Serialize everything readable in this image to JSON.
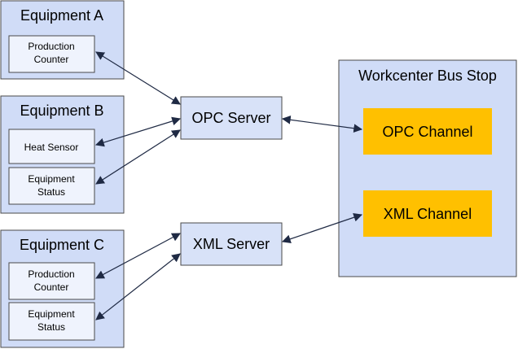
{
  "equipment_a": {
    "title": "Equipment A",
    "items": [
      "Production\nCounter"
    ]
  },
  "equipment_b": {
    "title": "Equipment B",
    "items": [
      "Heat Sensor",
      "Equipment\nStatus"
    ]
  },
  "equipment_c": {
    "title": "Equipment C",
    "items": [
      "Production\nCounter",
      "Equipment\nStatus"
    ]
  },
  "opc_server": {
    "label": "OPC Server"
  },
  "xml_server": {
    "label": "XML Server"
  },
  "workcenter": {
    "title": "Workcenter Bus Stop",
    "channels": [
      "OPC Channel",
      "XML Channel"
    ]
  },
  "colors": {
    "group_fill": "#d0dcf7",
    "node_fill": "#eff3fd",
    "channel_fill": "#ffc000",
    "line": "#1f2a44"
  }
}
